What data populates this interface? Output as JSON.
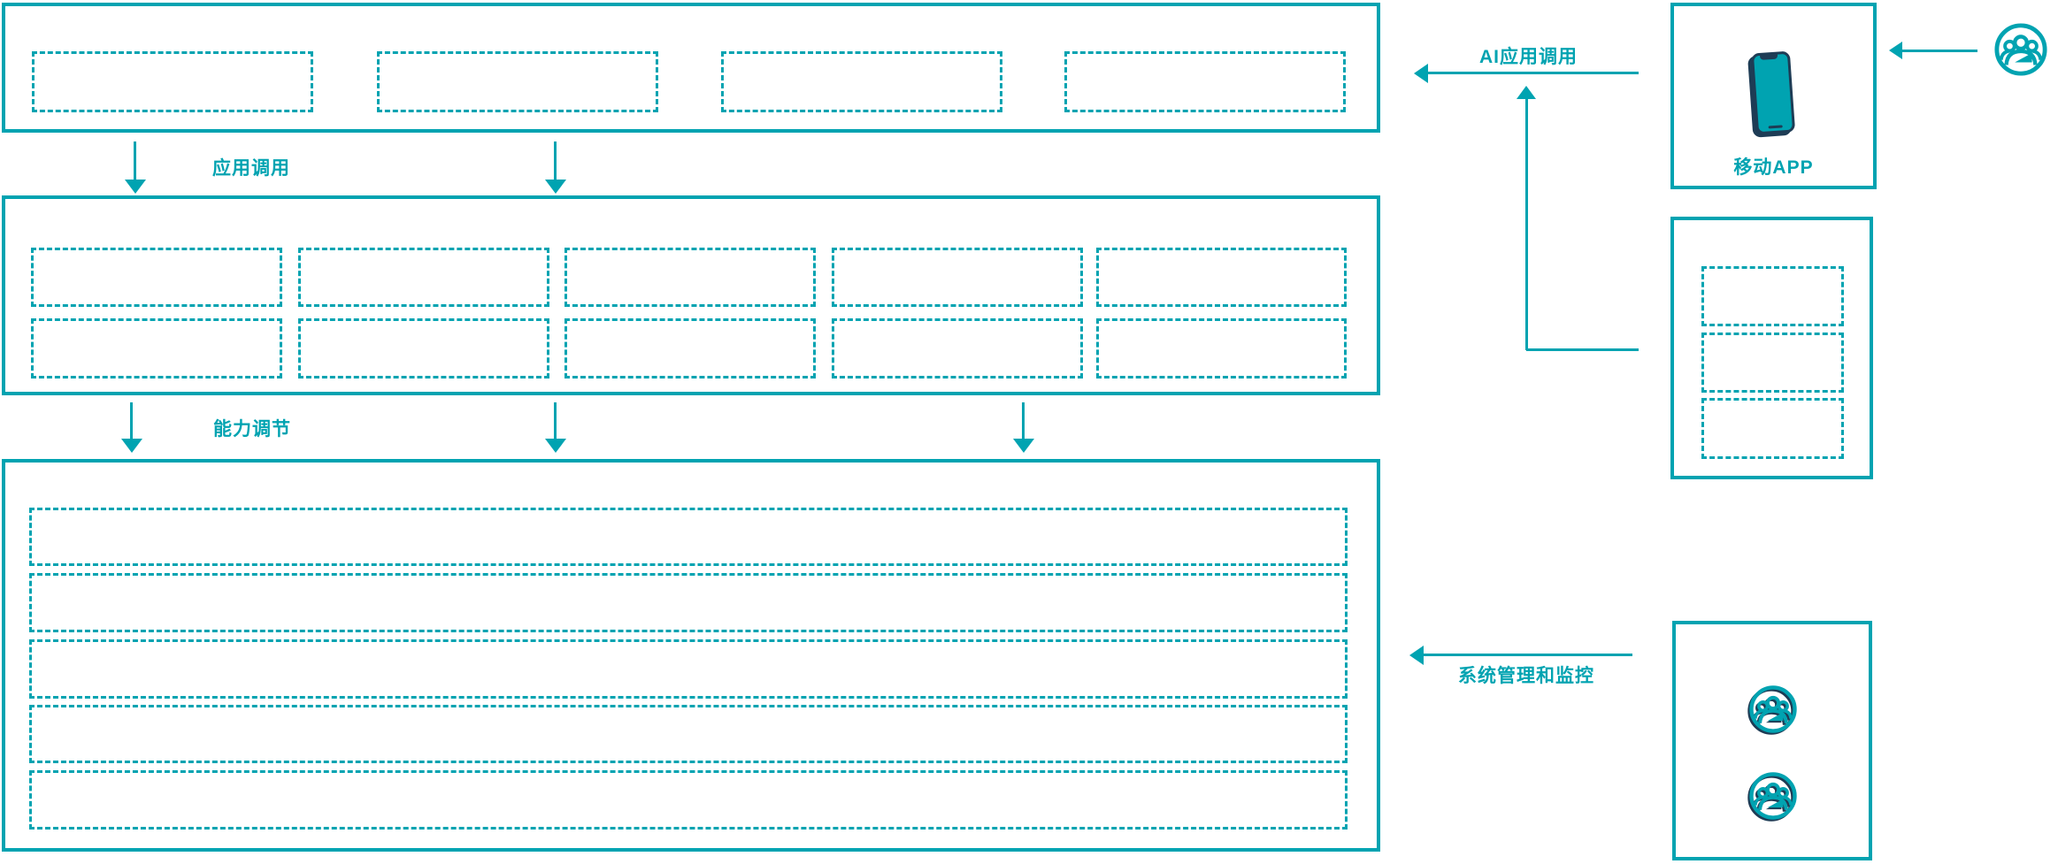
{
  "colors": {
    "accent": "#00a3b1",
    "navy": "#1e3c55",
    "background": "#ffffff"
  },
  "flows": {
    "app_call": "应用调用",
    "capability_tuning": "能力调节",
    "ai_app_call": "AI应用调用",
    "system_monitor": "系统管理和监控"
  },
  "right_panel": {
    "mobile_app_label": "移动APP"
  },
  "icons": {
    "phone": "smartphone-icon",
    "users": "user-group-icon"
  }
}
